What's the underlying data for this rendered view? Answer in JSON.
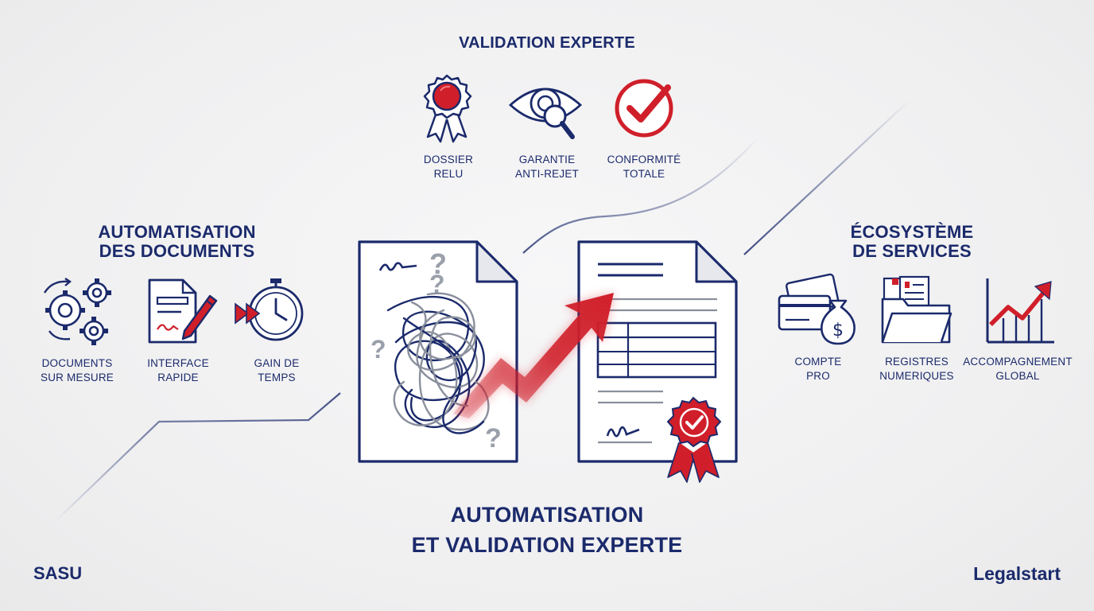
{
  "validation": {
    "title": "VALIDATION EXPERTE",
    "items": [
      {
        "icon": "seal-ribbon-icon",
        "label": "DOSSIER\nRELU"
      },
      {
        "icon": "eye-magnifier-icon",
        "label": "GARANTIE\nANTI-REJET"
      },
      {
        "icon": "check-circle-icon",
        "label": "CONFORMITÉ\nTOTALE"
      }
    ]
  },
  "automation": {
    "title": "AUTOMATISATION\nDES DOCUMENTS",
    "items": [
      {
        "icon": "gears-icon",
        "label": "DOCUMENTS\nSUR MESURE"
      },
      {
        "icon": "document-pen-icon",
        "label": "INTERFACE\nRAPIDE"
      },
      {
        "icon": "stopwatch-fast-forward-icon",
        "label": "GAIN DE\nTEMPS"
      }
    ]
  },
  "ecosystem": {
    "title": "ÉCOSYSTÈME\nDE SERVICES",
    "items": [
      {
        "icon": "card-money-bag-icon",
        "label": "COMPTE\nPRO"
      },
      {
        "icon": "folder-registers-icon",
        "label": "REGISTRES\nNUMERIQUES"
      },
      {
        "icon": "growth-chart-icon",
        "label": "ACCOMPAGNEMENT\nGLOBAL"
      }
    ]
  },
  "center": {
    "title": "AUTOMATISATION\nET VALIDATION EXPERTE",
    "left_doc_icon": "messy-document-icon",
    "right_doc_icon": "validated-document-icon",
    "arrow_icon": "trend-arrow-icon"
  },
  "footer": {
    "left": "SASU",
    "right": "Legalstart"
  },
  "colors": {
    "navy": "#1b2a6b",
    "red": "#d01f2a",
    "gray": "#8a8f9c",
    "background": "#efeff0"
  }
}
